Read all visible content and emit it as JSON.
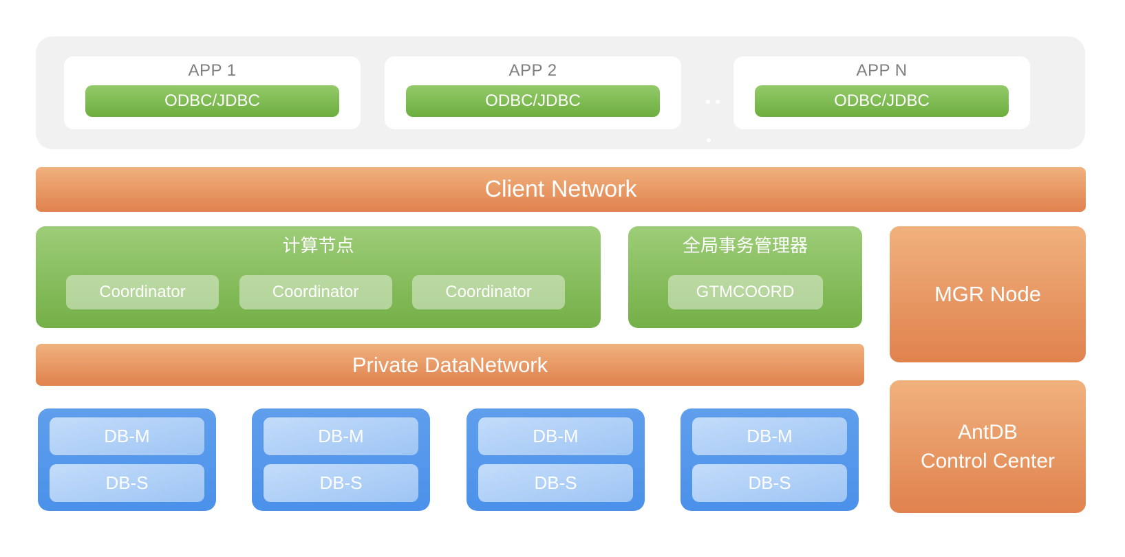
{
  "app_layer": {
    "apps": [
      {
        "title": "APP 1",
        "connector": "ODBC/JDBC"
      },
      {
        "title": "APP 2",
        "connector": "ODBC/JDBC"
      },
      {
        "title": "APP N",
        "connector": "ODBC/JDBC"
      }
    ]
  },
  "client_network": {
    "label": "Client Network"
  },
  "compute": {
    "title": "计算节点",
    "nodes": [
      "Coordinator",
      "Coordinator",
      "Coordinator"
    ]
  },
  "gtm": {
    "title": "全局事务管理器",
    "node": "GTMCOORD"
  },
  "mgr_node": {
    "label": "MGR Node"
  },
  "private_network": {
    "label": "Private DataNetwork"
  },
  "data_nodes": [
    {
      "master": "DB-M",
      "slave": "DB-S"
    },
    {
      "master": "DB-M",
      "slave": "DB-S"
    },
    {
      "master": "DB-M",
      "slave": "DB-S"
    },
    {
      "master": "DB-M",
      "slave": "DB-S"
    }
  ],
  "control_center": {
    "line1": "AntDB",
    "line2": "Control Center"
  },
  "colors": {
    "background": "#FFFFFF",
    "app_layer_bg": "#F1F1F2",
    "app_title_text": "#7F7F80",
    "green_top": "#9DCD78",
    "green_bottom": "#74AF47",
    "green_button_top": "#94CA6A",
    "green_button_bottom": "#6CAE3E",
    "orange_top": "#F0B17D",
    "orange_bottom": "#E0824E",
    "blue_top": "#5F9EEC",
    "blue_bottom": "#4B91EA",
    "blue_panel_top": "#C3DCFA",
    "blue_panel_bottom": "#9EC5F4",
    "text_on_color": "#FFFFFF"
  }
}
